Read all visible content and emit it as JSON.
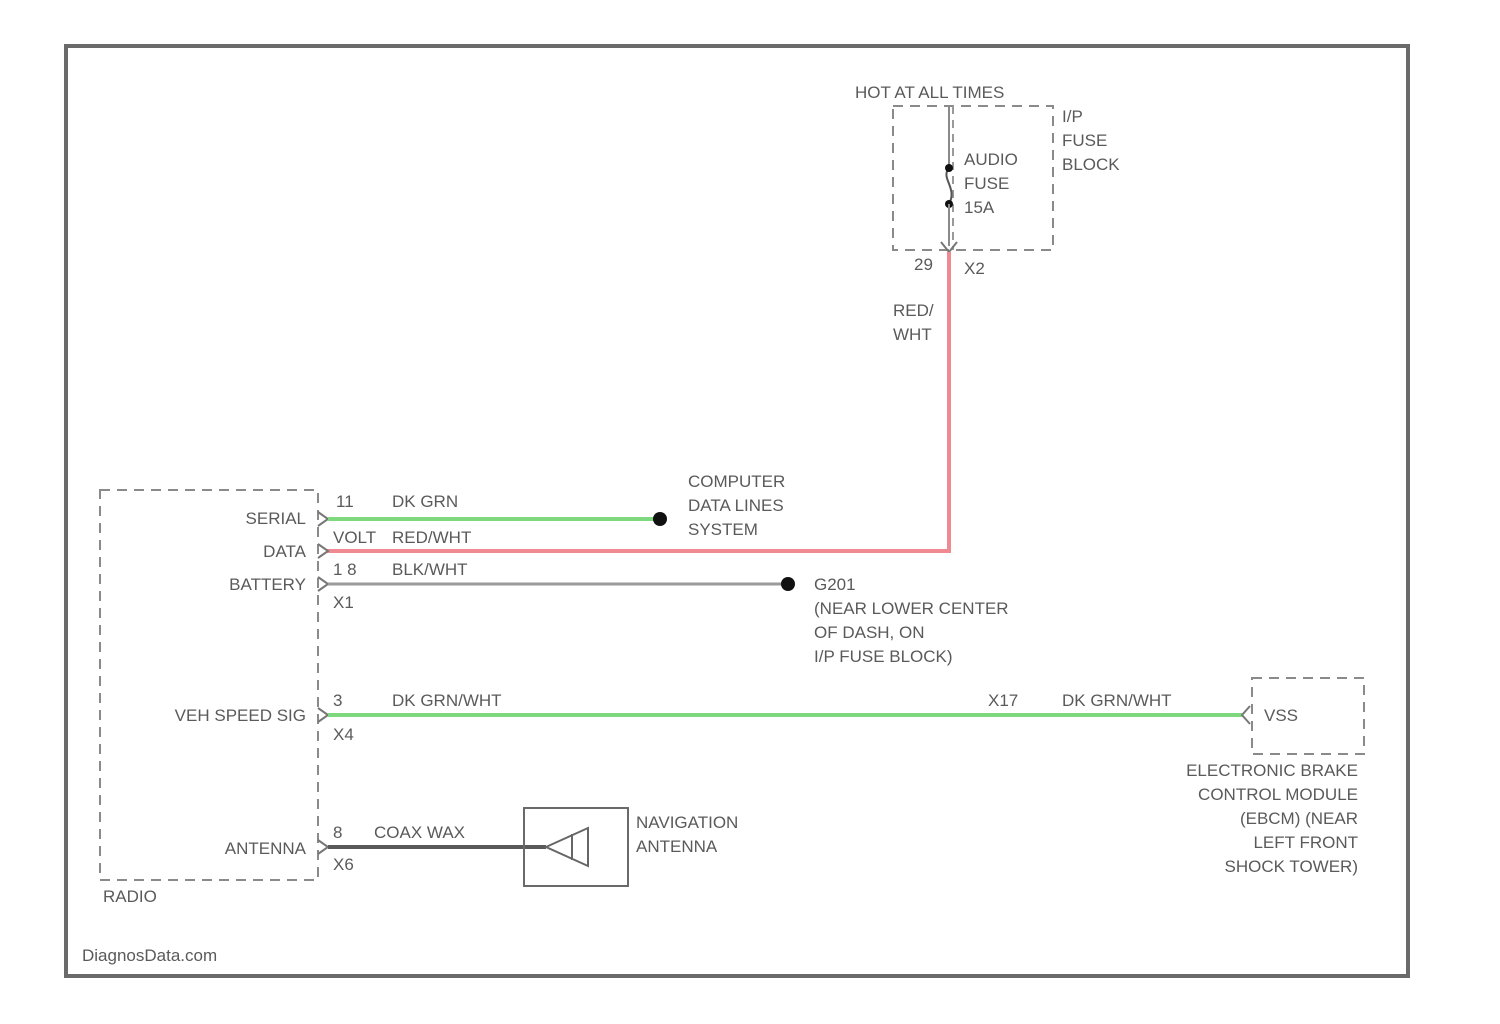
{
  "colors": {
    "frame": "#6a6a6a",
    "wire_green": "#7ed87e",
    "wire_red": "#f08a92",
    "wire_gray": "#9a9a9a",
    "wire_dark": "#5a5a5a",
    "dot": "#111111"
  },
  "fuse_block": {
    "hot_label": "HOT AT ALL TIMES",
    "block_label": [
      "I/P",
      "FUSE",
      "BLOCK"
    ],
    "fuse_label": [
      "AUDIO",
      "FUSE",
      "15A"
    ],
    "pin_left": "29",
    "pin_right": "X2"
  },
  "radio": {
    "name": "RADIO",
    "pins": {
      "serial": "SERIAL",
      "data": "DATA",
      "battery": "BATTERY",
      "vss": "VEH SPEED SIG",
      "antenna": "ANTENNA"
    }
  },
  "wires": {
    "serial": {
      "pin": "11",
      "color": "DK GRN"
    },
    "data_volt": {
      "pin": "VOLT",
      "color": "RED/WHT"
    },
    "battery": {
      "pin": "1 8",
      "pin_below": "X1",
      "color": "BLK/WHT"
    },
    "vss": {
      "pin": "3",
      "pin_below": "X4",
      "color": "DK GRN/WHT",
      "connector": "X17",
      "color2": "DK GRN/WHT"
    },
    "antenna": {
      "pin": "8",
      "pin_below": "X6",
      "color": "COAX WAX"
    },
    "fuse_feed": {
      "color_line1": "RED/",
      "color_line2": "WHT"
    }
  },
  "computer_data": [
    "COMPUTER",
    "DATA LINES",
    "SYSTEM"
  ],
  "ground": {
    "id": "G201",
    "desc": [
      "(NEAR LOWER CENTER",
      "OF DASH, ON",
      "I/P FUSE BLOCK)"
    ]
  },
  "nav_antenna": [
    "NAVIGATION",
    "ANTENNA"
  ],
  "ebcm": {
    "pin_label": "VSS",
    "desc": [
      "ELECTRONIC BRAKE",
      "CONTROL MODULE",
      "(EBCM) (NEAR",
      "LEFT FRONT",
      "SHOCK TOWER)"
    ]
  },
  "watermark": "DiagnosData.com"
}
